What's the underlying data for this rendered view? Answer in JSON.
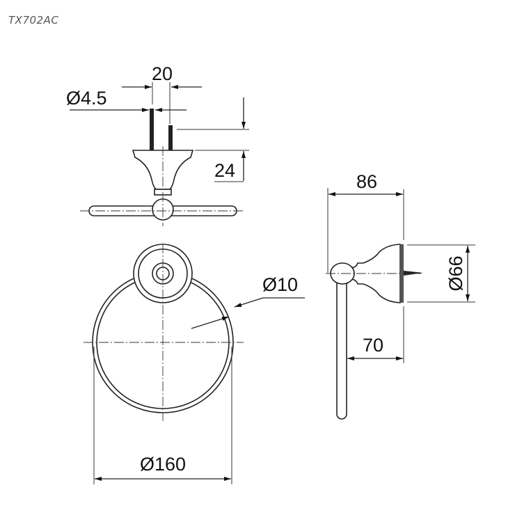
{
  "model_code": "TX702AC",
  "dimensions": {
    "pin_spacing": "20",
    "pin_diameter": "Ø4.5",
    "pin_length": "24",
    "ring_wire_diameter": "Ø10",
    "ring_diameter": "Ø160",
    "projection_total": "86",
    "flange_diameter": "Ø66",
    "ring_offset": "70"
  }
}
